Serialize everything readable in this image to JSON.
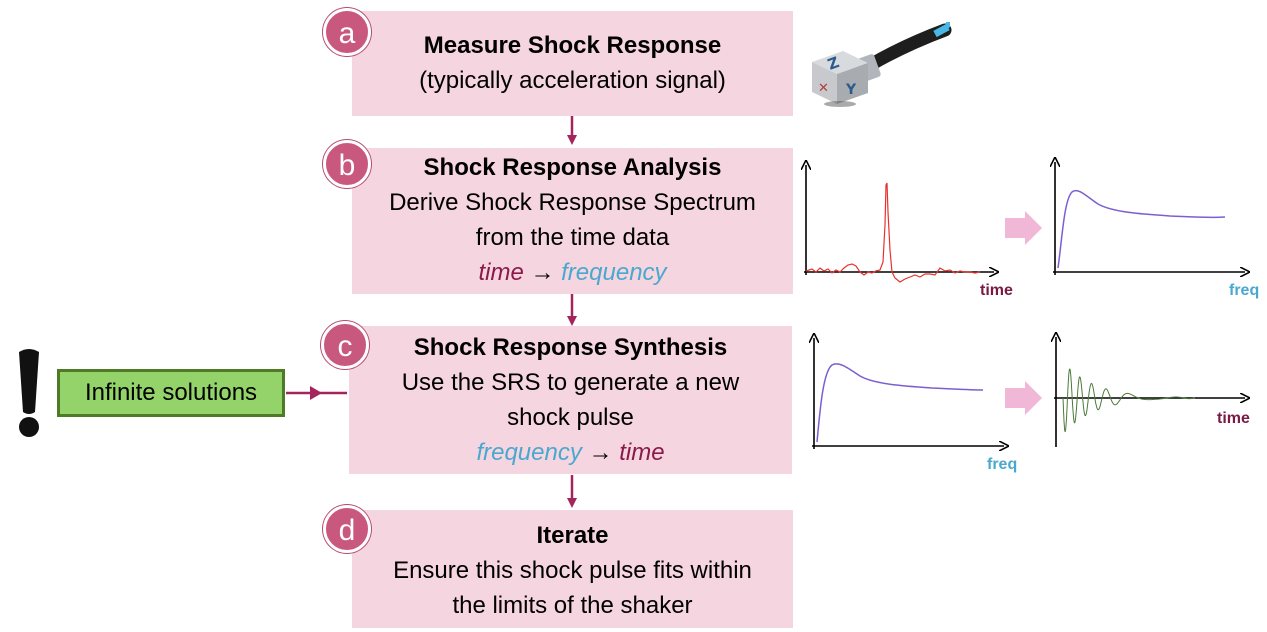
{
  "steps": [
    {
      "badge": "a",
      "title": "Measure Shock Response",
      "line1": "(typically acceleration signal)"
    },
    {
      "badge": "b",
      "title": "Shock Response Analysis",
      "line1": "Derive Shock Response Spectrum",
      "line2": "from the time data",
      "from_word": "time",
      "arrow": "→",
      "to_word": "frequency"
    },
    {
      "badge": "c",
      "title": "Shock Response Synthesis",
      "line1": "Use the SRS to generate a new",
      "line2": "shock pulse",
      "from_word": "frequency",
      "arrow": "→",
      "to_word": "time"
    },
    {
      "badge": "d",
      "title": "Iterate",
      "line1": "Ensure this shock pulse fits within",
      "line2": "the limits of the shaker"
    }
  ],
  "warning": {
    "label": "Infinite solutions",
    "icon": "exclamation-icon"
  },
  "sensor": {
    "icon": "accelerometer-sensor-icon",
    "axis_letters": [
      "Z",
      "X",
      "Y"
    ]
  },
  "plots": {
    "b_time_label": "time",
    "b_freq_label": "freq",
    "c_freq_label": "freq",
    "c_time_label": "time"
  },
  "colors": {
    "box_fill": "#f5d5df",
    "badge_fill": "#c9587e",
    "connector": "#a3255c",
    "time_color": "#8b1a4a",
    "freq_color": "#4aa8cf",
    "signal_red": "#e8322e",
    "srs_curve": "#7c5fcf",
    "synth_pulse": "#4c7a3a",
    "transform_arrow": "#f0b8d6",
    "warning_fill": "#94d36a",
    "warning_border": "#4f7a26"
  }
}
